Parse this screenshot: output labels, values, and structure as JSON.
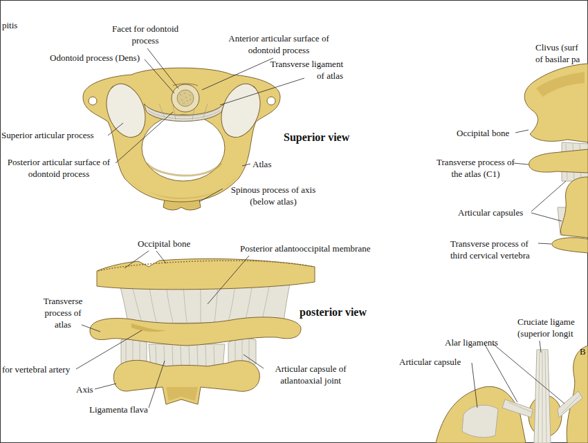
{
  "diagram": {
    "labels": [
      "pitis",
      "Facet for odontoid process",
      "Anterior articular surface of odontoid process",
      "Odontoid process (Dens)",
      "Transverse ligament of atlas",
      "Clivus (surf of basilar pa",
      "Superior view",
      "Superior articular process",
      "Occipital bone",
      "Posterior articular surface of odontoid process",
      "Atlas",
      "Transverse process of the atlas (C1)",
      "Spinous process of axis (below atlas)",
      "Articular capsules",
      "Transverse process of third cervical vertebra",
      "Occipital bone",
      "Posterior atlantooccipital membrane",
      "Cruciate ligame (superior longit",
      "Transverse process of atlas",
      "posterior view",
      "Alar ligaments",
      "B",
      "for vertebral artery",
      "Articular capsule",
      "Articular capsule of atlantoaxial joint",
      "Axis",
      "Ligamenta flava"
    ]
  }
}
